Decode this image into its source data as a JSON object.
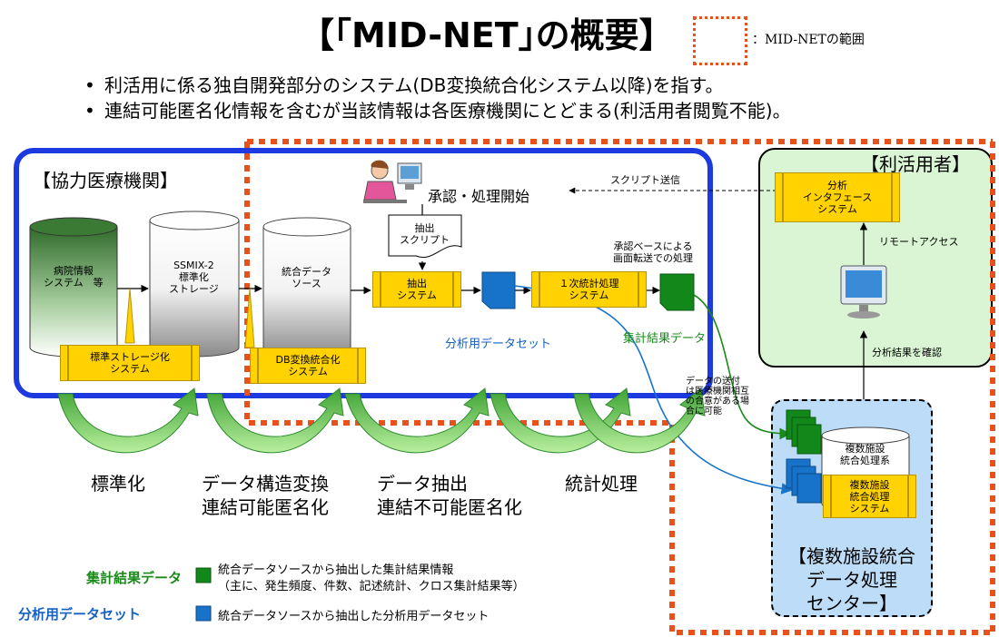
{
  "title": "【｢MID-NET｣の概要】",
  "legend_scope": "：MID-NETの範囲",
  "bullets": [
    "利活用に係る独自開発部分のシステム(DB変換統合化システム以降)を指す。",
    "連結可能匿名化情報を含むが当該情報は各医療機関にとどまる(利活用者閲覧不能)。"
  ],
  "hospital": {
    "title": "【協力医療機関】",
    "db1": "病院情報\nシステム　等",
    "db2": "SSMIX-2\n標準化\nストレージ",
    "db3": "統合データ\nソース",
    "sys_storage": "標準ストレージ化\nシステム",
    "sys_db": "DB変換統合化\nシステム",
    "sys_extract": "抽出\nシステム",
    "sys_stat": "１次統計処理\nシステム",
    "approval": "承認・処理開始",
    "script": "抽出\nスクリプト",
    "script_send": "スクリプト送信",
    "approval_note": "承認ベースによる\n画面転送での処理",
    "dataset": "分析用データセット",
    "result": "集計結果データ"
  },
  "stages": [
    "標準化",
    "データ構造変換\n連結可能匿名化",
    "データ抽出\n連結不可能匿名化",
    "統計処理"
  ],
  "transfer_note": "データの送付\nは医療機関相互\nの合意がある場\n合に可能",
  "user": {
    "title": "【利活用者】",
    "sys": "分析\nインタフェース\nシステム",
    "remote": "リモートアクセス",
    "confirm": "分析結果を確認"
  },
  "center": {
    "db": "複数施設\n統合処理系",
    "sys": "複数施設\n統合処理\nシステム",
    "title": "【複数施設統合\nデータ処理\nセンター】"
  },
  "legend": {
    "result_name": "集計結果データ",
    "result_desc": "統合データソースから抽出した集計結果情報\n（主に、発生頻度、件数、記述統計、クロス集計結果等）",
    "dataset_name": "分析用データセット",
    "dataset_desc": "統合データソースから抽出した分析用データセット"
  },
  "colors": {
    "scope": "#e8501c",
    "hospital_border": "#1d3ae0",
    "system": "#ffd200",
    "result": "#12871a",
    "dataset": "#1673c9"
  }
}
